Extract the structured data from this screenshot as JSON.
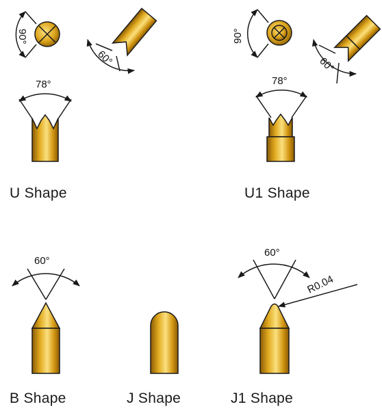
{
  "colors": {
    "gold_light": "#f8d878",
    "gold_mid": "#d9a21c",
    "gold_dark": "#8a5a06",
    "line": "#1a1a1a"
  },
  "shapes": [
    {
      "label": "U Shape",
      "angles": [
        "90°",
        "60°",
        "78°"
      ]
    },
    {
      "label": "U1 Shape",
      "angles": [
        "90°",
        "60°",
        "78°"
      ]
    },
    {
      "label": "B Shape",
      "angles": [
        "60°"
      ]
    },
    {
      "label": "J Shape",
      "angles": []
    },
    {
      "label": "J1 Shape",
      "angles": [
        "60°"
      ],
      "radius": "R0.04"
    }
  ]
}
